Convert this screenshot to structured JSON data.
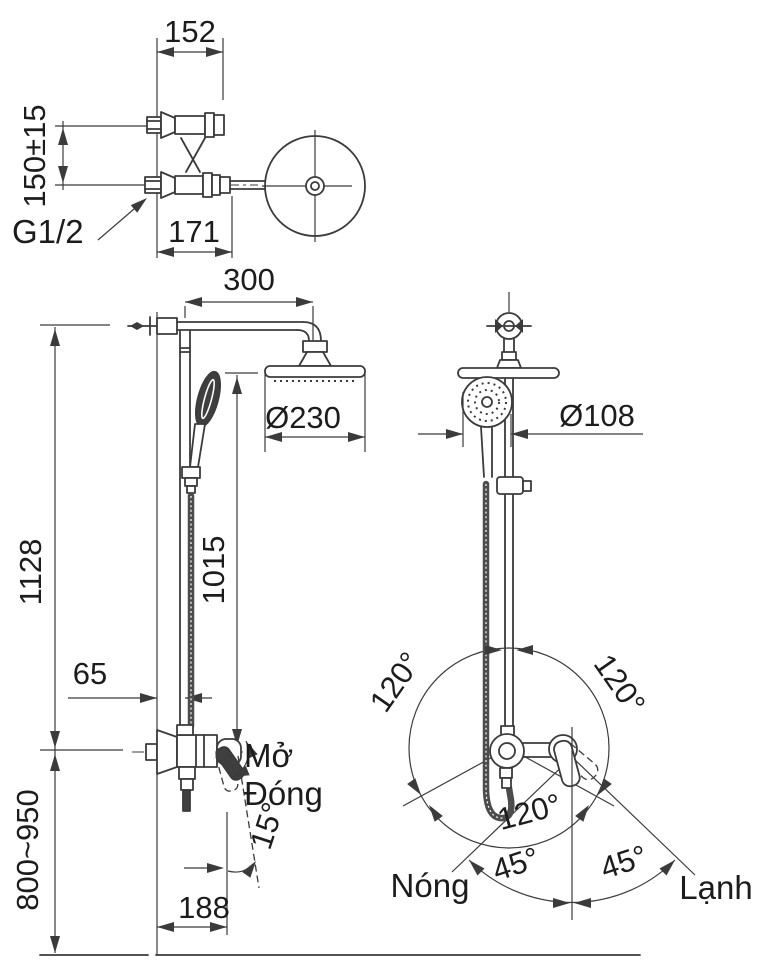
{
  "drawing": {
    "kind": "shower-column-installation-dimension-diagram",
    "views": [
      "top-view",
      "front-view",
      "side-view"
    ],
    "units": "mm"
  },
  "top_view": {
    "dim_head_offset": "152",
    "dim_inlet_spacing": "150±15",
    "dim_body_depth": "171",
    "thread_label": "G1/2"
  },
  "front_view": {
    "dim_arm_reach": "300",
    "dim_head_diameter": "Ø230",
    "dim_column_height": "1015",
    "dim_total_height": "1128",
    "dim_wall_offset": "65",
    "dim_install_height_range": "800~950",
    "dim_valve_depth": "188",
    "open_label": "Mở",
    "close_label": "Đóng",
    "handle_angle": "15°"
  },
  "side_view": {
    "dim_hand_shower_diameter": "Ø108",
    "angle_top_left": "120°",
    "angle_top_right": "120°",
    "angle_bottom": "120°",
    "angle_hot": "45°",
    "angle_cold": "45°",
    "hot_label": "Nóng",
    "cold_label": "Lạnh"
  },
  "colors": {
    "line": "#3b3b3b",
    "text": "#1c1c1c",
    "background": "#ffffff"
  }
}
